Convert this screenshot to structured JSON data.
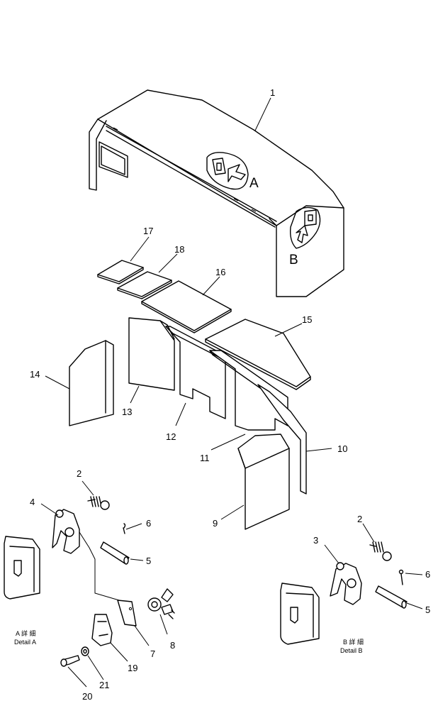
{
  "callouts": {
    "c1": "1",
    "c2a": "2",
    "c2b": "2",
    "c3": "3",
    "c4": "4",
    "c5a": "5",
    "c5b": "5",
    "c6a": "6",
    "c6b": "6",
    "c7": "7",
    "c8": "8",
    "c9": "9",
    "c10": "10",
    "c11": "11",
    "c12": "12",
    "c13": "13",
    "c14": "14",
    "c15": "15",
    "c16": "16",
    "c17": "17",
    "c18": "18",
    "c19": "19",
    "c20": "20",
    "c21": "21"
  },
  "views": {
    "a": "A",
    "b": "B"
  },
  "captions": {
    "detail_a_jp": "A 詳 細",
    "detail_a": "Detail A",
    "detail_b_jp": "B 詳 細",
    "detail_b": "Detail B"
  }
}
